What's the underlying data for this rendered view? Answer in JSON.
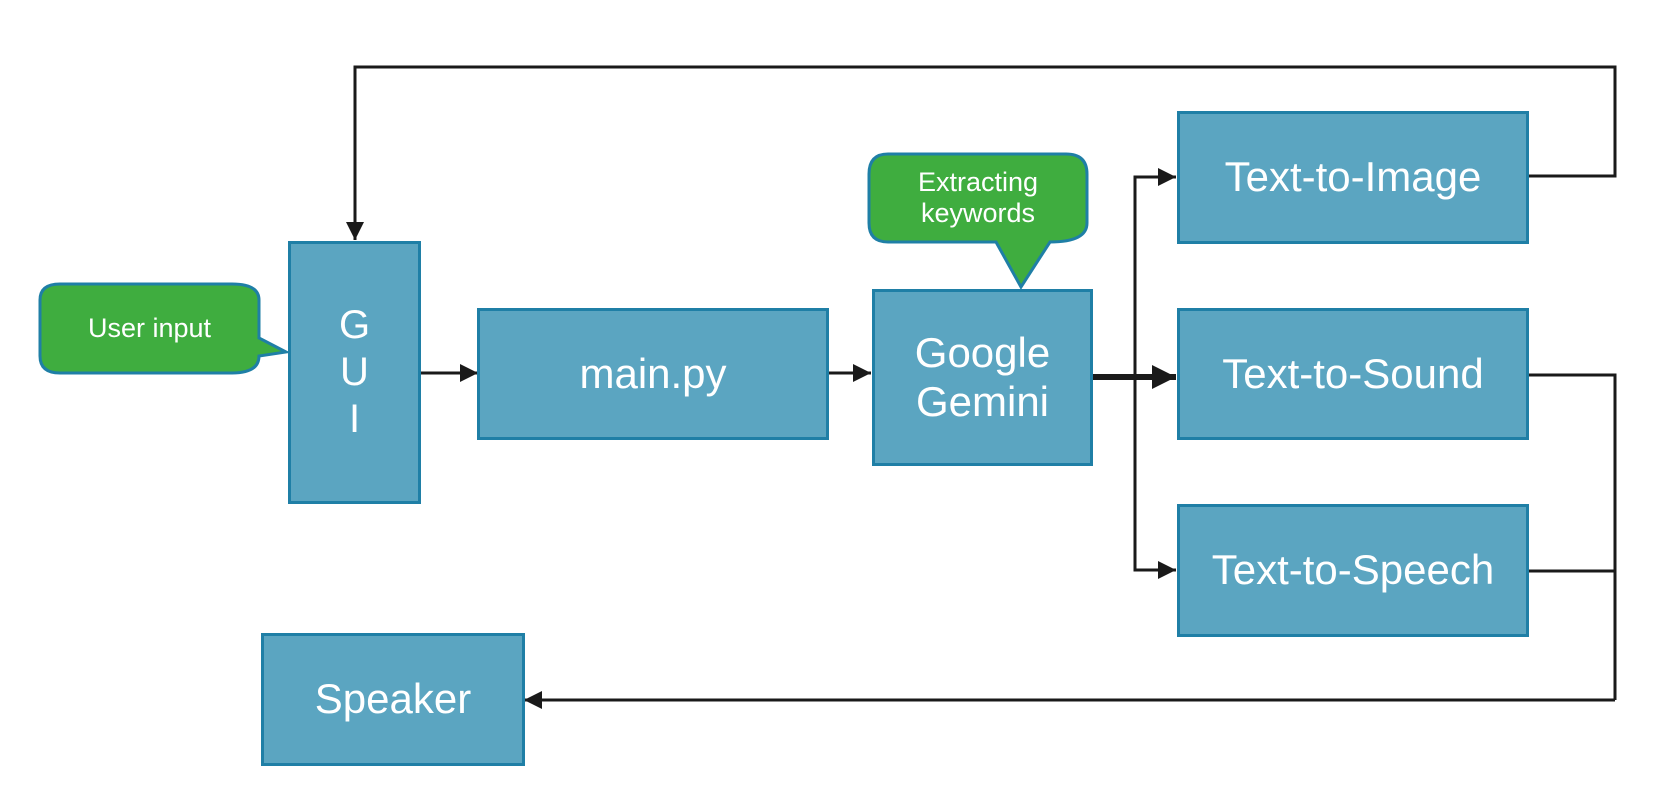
{
  "colors": {
    "box_fill": "#5ba5c1",
    "box_border": "#1f7fa6",
    "callout_fill": "#3fad3f",
    "arrow": "#1a1a1a"
  },
  "callouts": {
    "user_input": "User input",
    "extracting": "Extracting\nkeywords"
  },
  "nodes": {
    "gui": "G\nU\nI",
    "main": "main.py",
    "gemini": "Google\nGemini",
    "t2i": "Text-to-Image",
    "t2s": "Text-to-Sound",
    "tts": "Text-to-Speech",
    "speaker": "Speaker"
  },
  "edges": [
    {
      "from": "gui",
      "to": "main"
    },
    {
      "from": "main",
      "to": "gemini"
    },
    {
      "from": "gemini",
      "to": "t2i"
    },
    {
      "from": "gemini",
      "to": "t2s"
    },
    {
      "from": "gemini",
      "to": "tts"
    },
    {
      "from": "t2i",
      "to": "gui"
    },
    {
      "from": "t2s",
      "to": "speaker"
    },
    {
      "from": "tts",
      "to": "speaker"
    }
  ]
}
